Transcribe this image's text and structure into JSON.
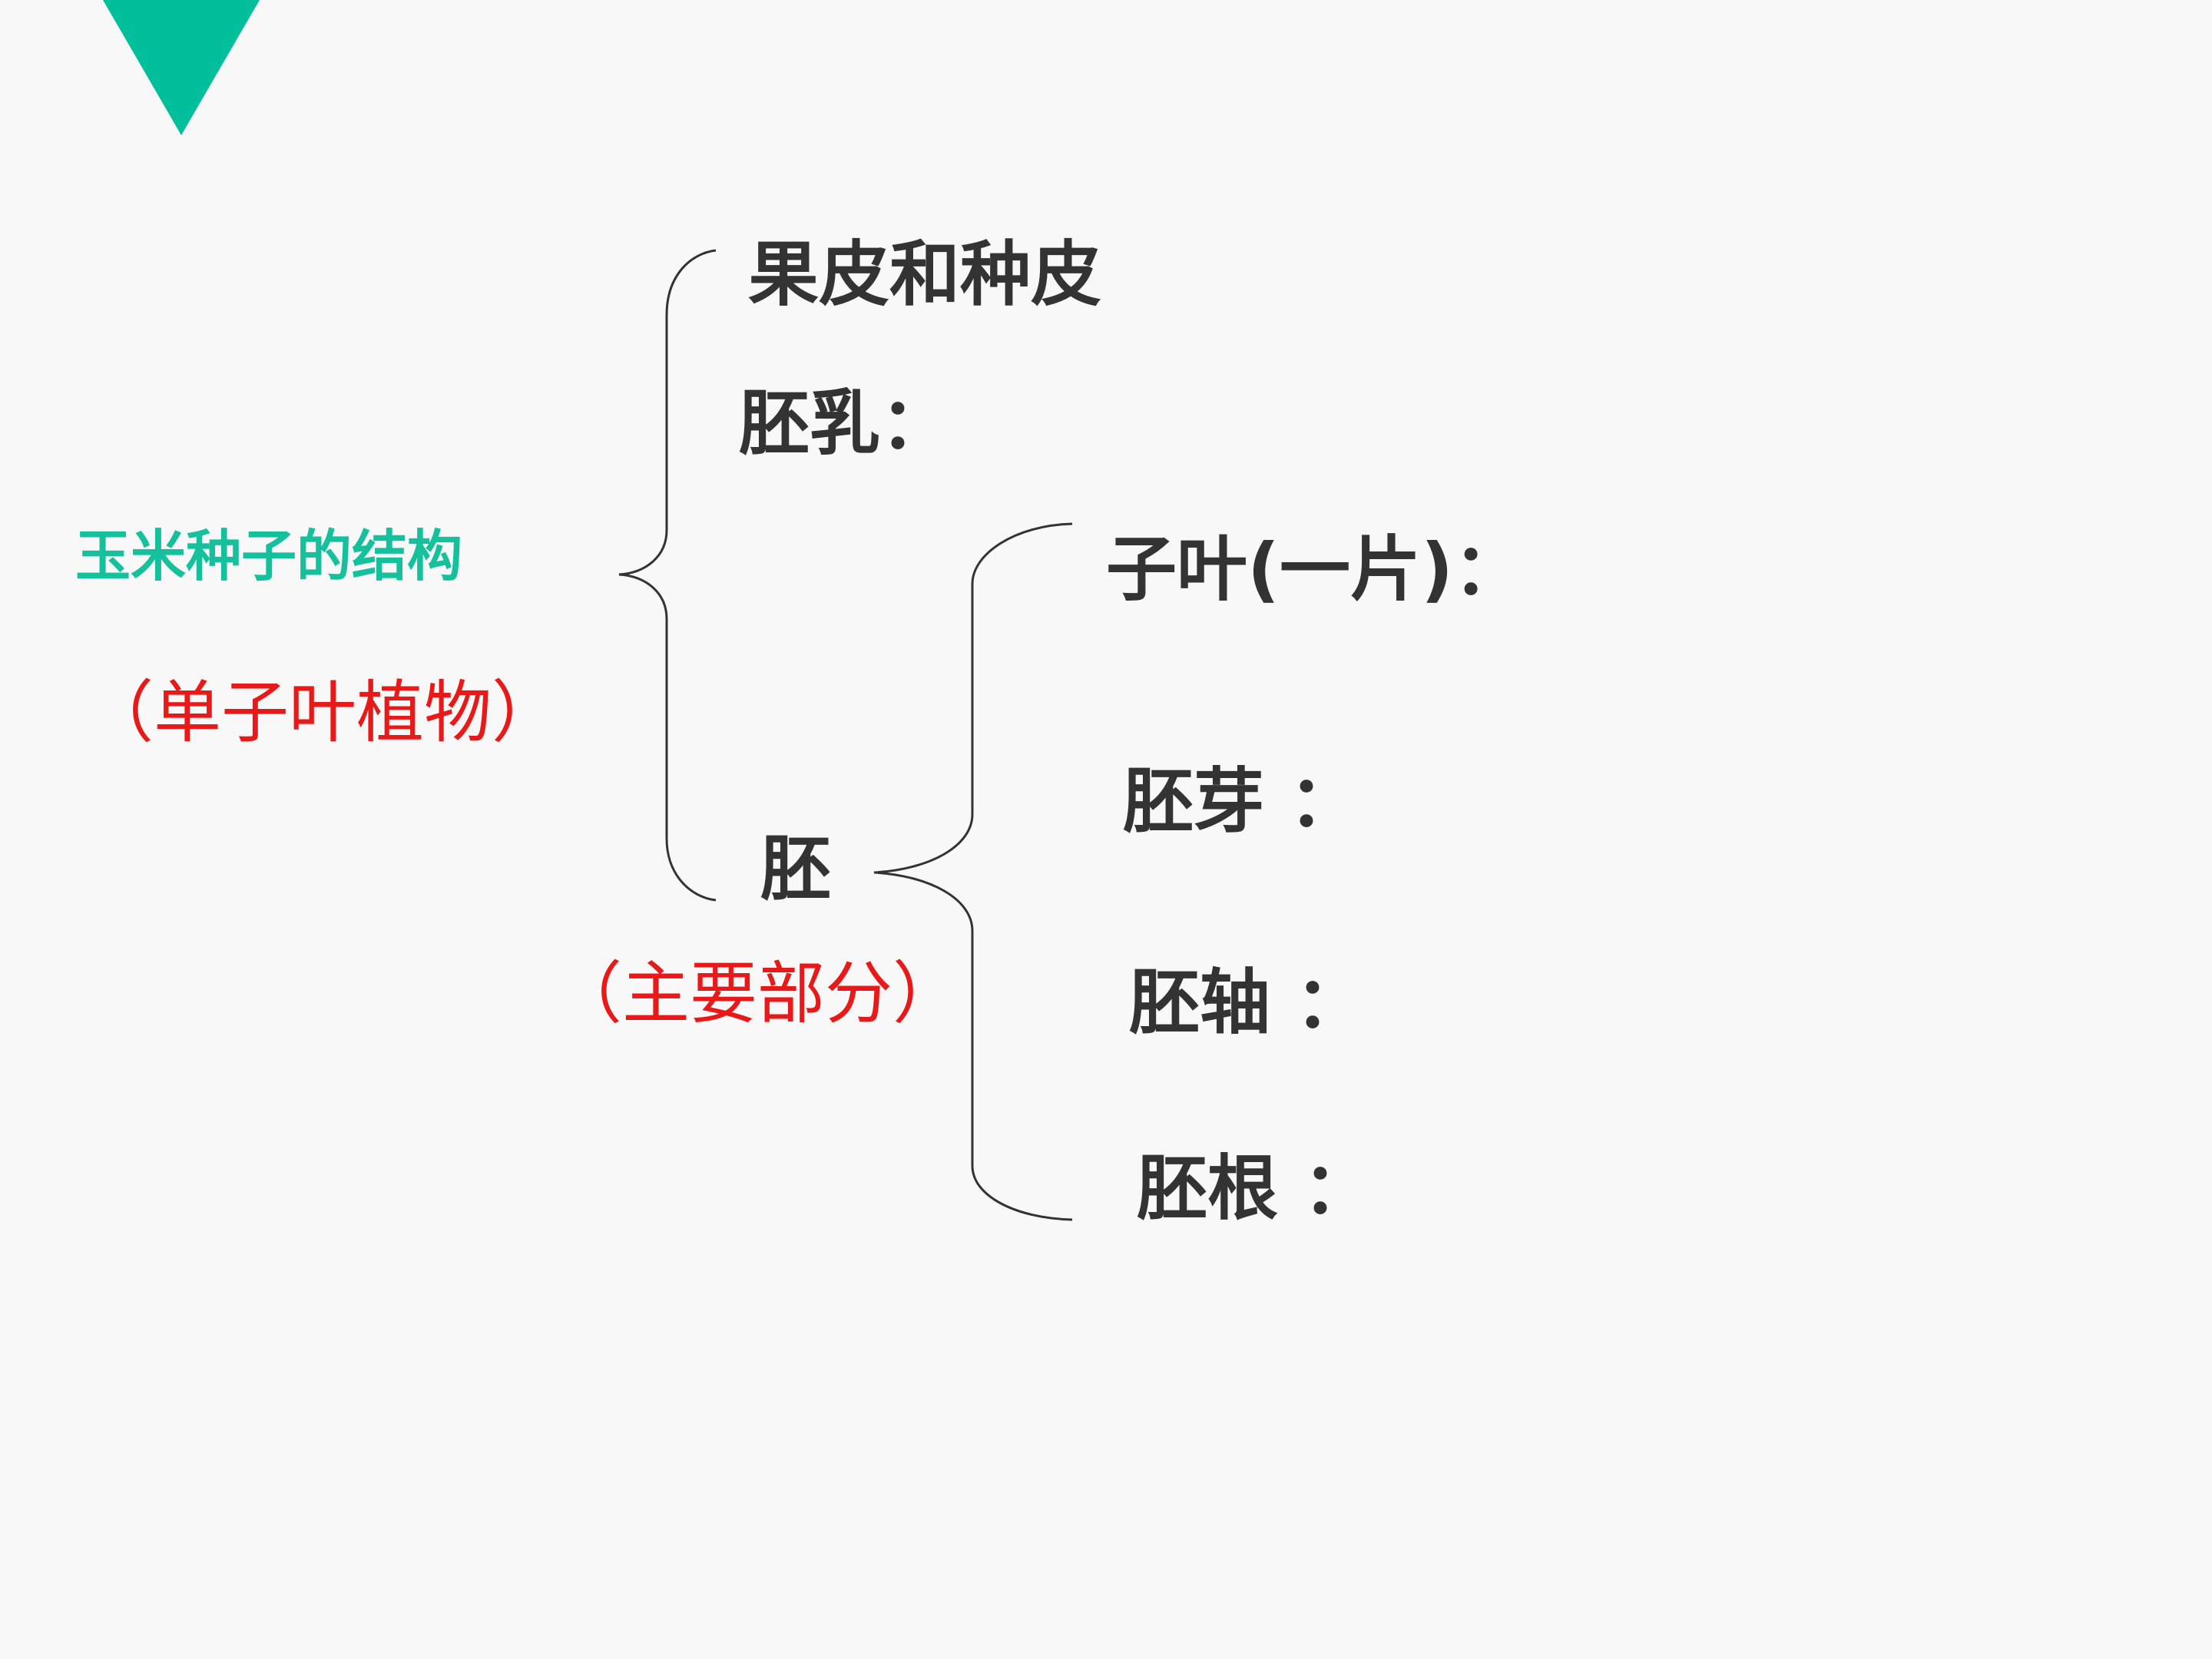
{
  "colors": {
    "accent": "#00bf9a",
    "title": "#14c19c",
    "note": "#e81919",
    "text": "#333333",
    "line": "#333333"
  },
  "decoration": {
    "corner_shape": "triangle-down"
  },
  "title": "玉米种子的结构",
  "subtitle": "（单子叶植物）",
  "level1": {
    "pericarp": "果皮和种皮",
    "endosperm": "胚乳：",
    "embryo": "胚",
    "embryo_note": "（主要部分）"
  },
  "level2": {
    "cotyledon": "子叶(一片)：",
    "plumule": "胚芽 ：",
    "hypocotyl": "胚轴 ：",
    "radicle": "胚根 ："
  }
}
